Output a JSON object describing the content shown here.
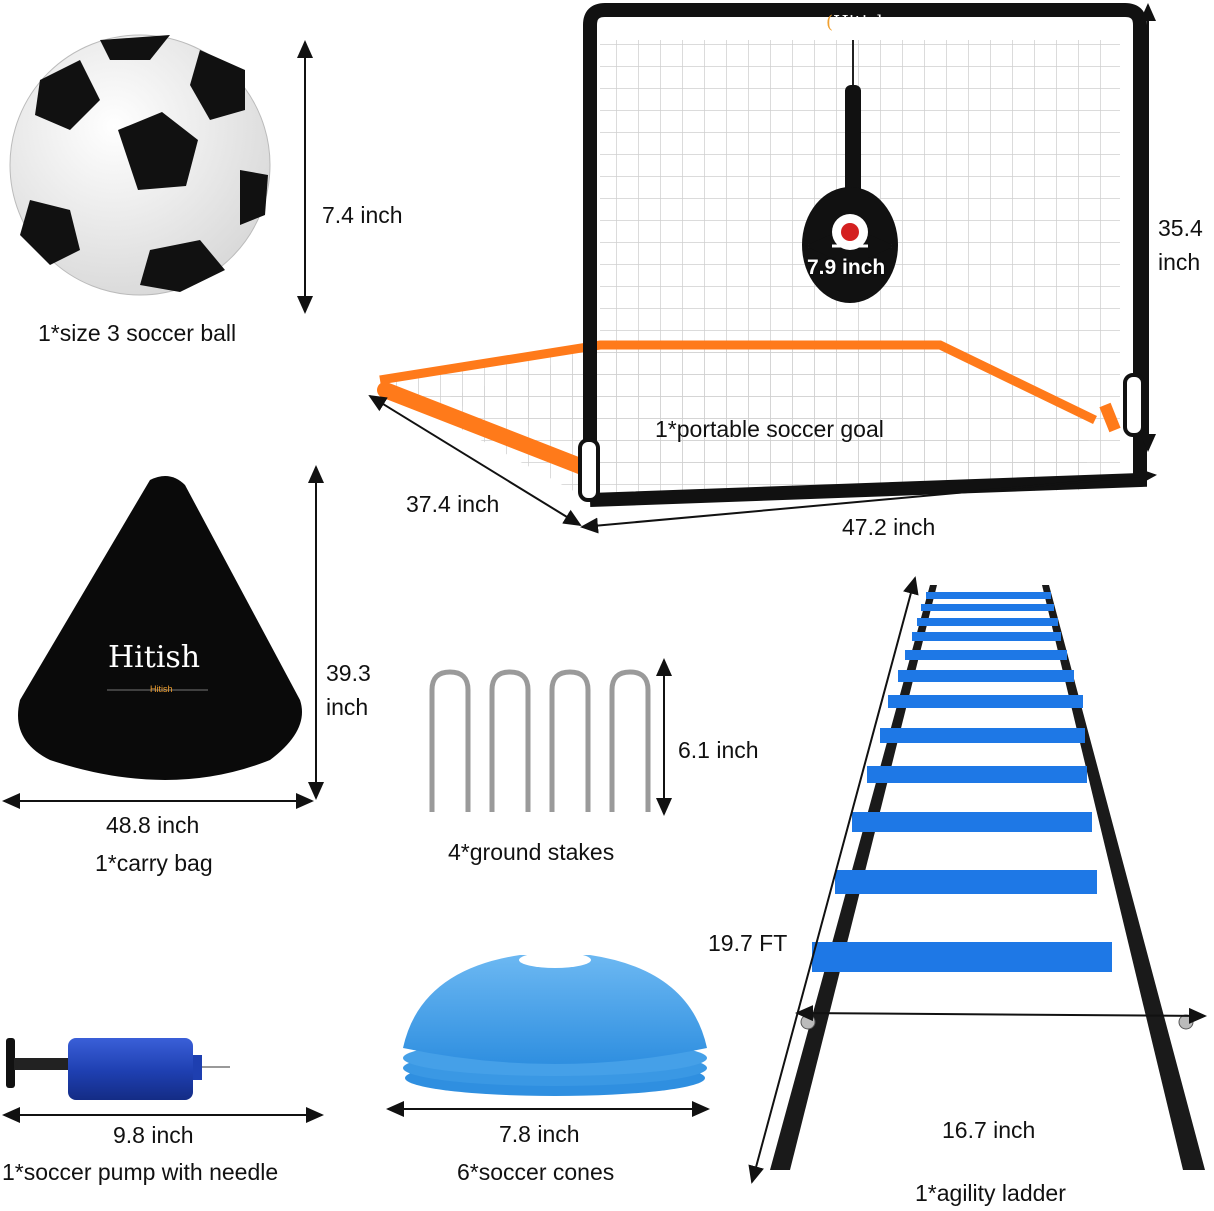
{
  "brand": {
    "name": "Hitish",
    "sub": "Hitish",
    "orange": "#f0a030",
    "blue": "#2a7ad8"
  },
  "colors": {
    "goal_frame": "#111111",
    "goal_base": "#ff7a1a",
    "ladder_rung": "#1e78e6",
    "ladder_strap": "#1a1a1a",
    "cone": "#4aa3ea",
    "pump": "#1e3fb0",
    "target_center": "#d42020"
  },
  "items": [
    {
      "id": "ball",
      "caption": "1*size 3 soccer ball",
      "dims": [
        "7.4 inch"
      ]
    },
    {
      "id": "goal",
      "caption": "1*portable soccer goal",
      "dims": [
        "35.4",
        "inch",
        "37.4 inch",
        "47.2 inch"
      ],
      "target_dim": "7.9 inch"
    },
    {
      "id": "bag",
      "caption": "1*carry bag",
      "dims": [
        "39.3",
        "inch",
        "48.8 inch"
      ]
    },
    {
      "id": "stakes",
      "caption": "4*ground stakes",
      "dims": [
        "6.1 inch"
      ]
    },
    {
      "id": "ladder",
      "caption": "1*agility ladder",
      "dims": [
        "19.7 FT",
        "16.7 inch"
      ]
    },
    {
      "id": "pump",
      "caption": "1*soccer pump with needle",
      "dims": [
        "9.8 inch"
      ]
    },
    {
      "id": "cones",
      "caption": "6*soccer cones",
      "dims": [
        "7.8 inch"
      ]
    }
  ]
}
